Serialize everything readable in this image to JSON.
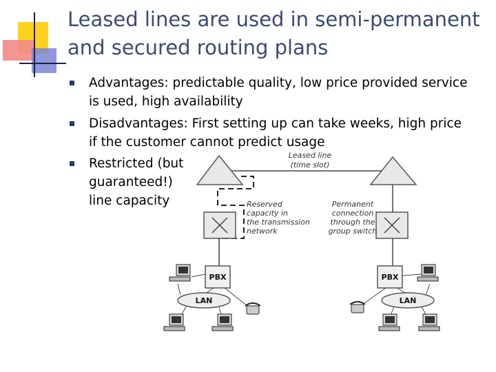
{
  "slide": {
    "title_lines": [
      "Leased lines are used in semi-permanent",
      "and secured routing plans"
    ],
    "bullets": [
      {
        "lines": [
          "Advantages: predictable quality, low price provided service",
          "is used, high availability"
        ]
      },
      {
        "lines": [
          "Disadvantages: First setting up can take weeks, high price",
          "if the customer cannot predict usage"
        ]
      },
      {
        "lines": [
          "Restricted (but",
          "guaranteed!)",
          "line capacity"
        ]
      }
    ]
  },
  "diagram": {
    "leased_line_label": [
      "Leased line",
      "(time slot)"
    ],
    "reserved_label": [
      "Reserved",
      "capacity in",
      "the transmission",
      "network"
    ],
    "permanent_label": [
      "Permanent",
      "connection",
      "through the",
      "group switch"
    ],
    "pbx_left": "PBX",
    "pbx_right": "PBX",
    "lan_left": "LAN",
    "lan_right": "LAN"
  },
  "colors": {
    "title": "#3b4a72",
    "bullet_marker": "#2a3660",
    "logo_yellow": "#ffd21f",
    "logo_red": "#e8322f",
    "logo_blue": "#2c40b8"
  }
}
